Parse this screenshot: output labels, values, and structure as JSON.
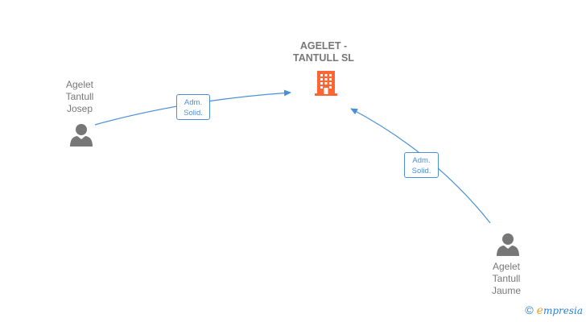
{
  "company": {
    "line1": "AGELET -",
    "line2": "TANTULL  SL",
    "color": "#ff6633"
  },
  "people": [
    {
      "line1": "Agelet",
      "line2": "Tantull",
      "line3": "Josep"
    },
    {
      "line1": "Agelet",
      "line2": "Tantull",
      "line3": "Jaume"
    }
  ],
  "edges": [
    {
      "line1": "Adm.",
      "line2": "Solid."
    },
    {
      "line1": "Adm.",
      "line2": "Solid."
    }
  ],
  "colors": {
    "edge": "#4a90d9",
    "person": "#777777"
  },
  "watermark": {
    "symbol": "©",
    "e": "e",
    "rest": "mpresia"
  }
}
